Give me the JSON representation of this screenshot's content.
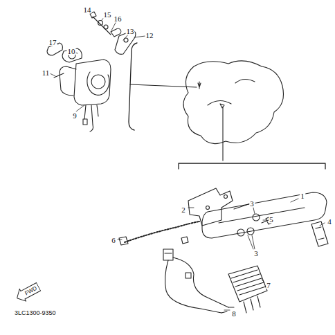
{
  "diagram": {
    "nodes": [
      {
        "text": [
          "FWD"
        ]
      }
    ],
    "labels": [
      "14",
      "15",
      "16",
      "13",
      "12",
      "17",
      "10",
      "11",
      "9",
      "3",
      "2",
      "5",
      "1",
      "3",
      "4",
      "6",
      "7",
      "8",
      "3LC1300-9350"
    ]
  }
}
